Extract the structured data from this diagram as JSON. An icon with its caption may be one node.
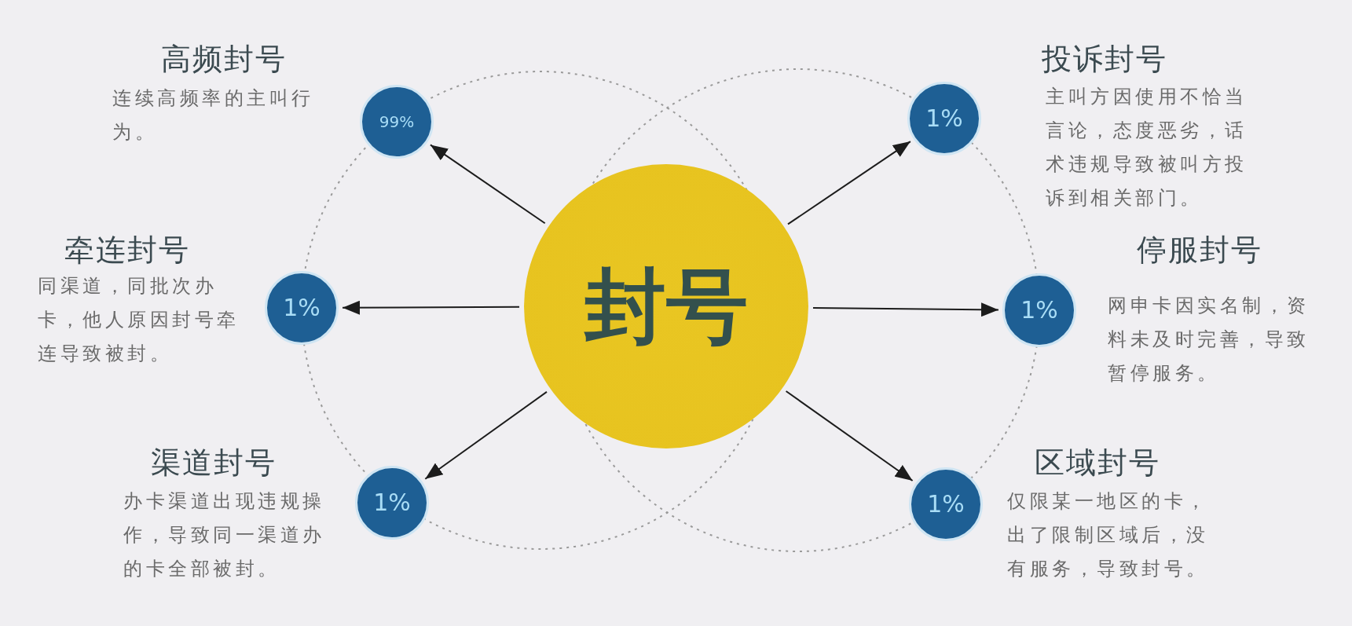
{
  "diagram": {
    "nodes": [
      {
        "text": [
          "99%"
        ],
        "beside": [
          "高频封号",
          "连续高频率的主叫行为。"
        ]
      },
      {
        "text": [
          "1%"
        ],
        "beside": [
          "投诉封号",
          "主叫方因使用不恰当言论，态度恶劣，话术违规导致被叫方投诉到相关部门。"
        ]
      },
      {
        "text": [
          "1%"
        ],
        "beside": [
          "牵连封号",
          "同渠道，同批次办卡，他人原因封号牵连导致被封。"
        ]
      },
      {
        "text": [
          "封号"
        ]
      },
      {
        "text": [
          "1%"
        ],
        "beside": [
          "停服封号",
          "网申卡因实名制，资料未及时完善，导致暂停服务。"
        ]
      },
      {
        "text": [
          "1%"
        ],
        "beside": [
          "渠道封号",
          "办卡渠道出现违规操作，导致同一渠道办的卡全部被封。"
        ]
      },
      {
        "text": [
          "1%"
        ],
        "beside": [
          "区域封号",
          "仅限某一地区的卡，出了限制区域后，没有服务，导致封号。"
        ]
      }
    ],
    "edges": [
      {
        "from": 3,
        "to": 0,
        "arrow": "to"
      },
      {
        "from": 3,
        "to": 1,
        "arrow": "to"
      },
      {
        "from": 3,
        "to": 2,
        "arrow": "to"
      },
      {
        "from": 3,
        "to": 4,
        "arrow": "to"
      },
      {
        "from": 3,
        "to": 5,
        "arrow": "to"
      },
      {
        "from": 3,
        "to": 6,
        "arrow": "to"
      }
    ]
  }
}
